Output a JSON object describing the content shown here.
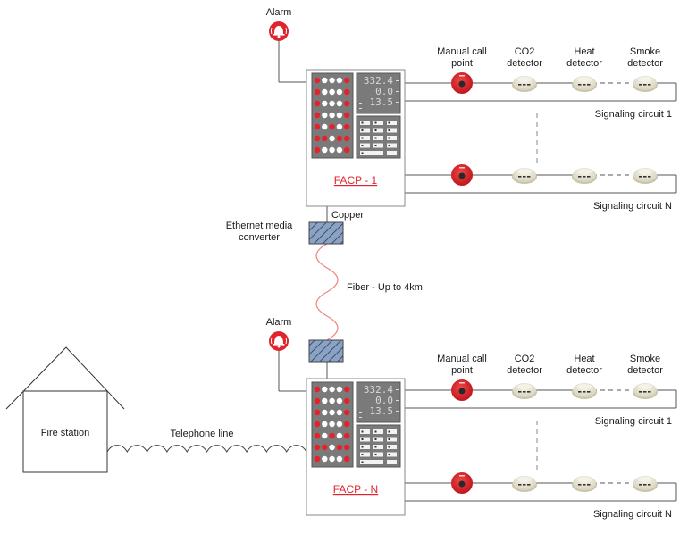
{
  "colors": {
    "alarm_red": "#e0242b",
    "panel_gray": "#7a7a7a",
    "led_red": "#e8202a",
    "led_white": "#ffffff",
    "fiber": "#f08080",
    "converter_fill": "#8aa2c4",
    "line": "#555555",
    "detector_body": "#e9e6d6"
  },
  "panels": [
    {
      "id": "facp-1",
      "label": "FACP - 1",
      "alarm_label": "Alarm",
      "display": [
        "332.4",
        "0.0",
        "13.5"
      ],
      "led_rows": [
        [
          "red",
          "white",
          "white",
          "white",
          "red"
        ],
        [
          "red",
          "white",
          "white",
          "white",
          "red"
        ],
        [
          "red",
          "white",
          "white",
          "white",
          "red"
        ],
        [
          "red",
          "white",
          "white",
          "white",
          "red"
        ],
        [
          "red",
          "white",
          "red",
          "white",
          "red"
        ],
        [
          "red",
          "red",
          "white",
          "red",
          "red"
        ],
        [
          "red",
          "white",
          "white",
          "white",
          "red"
        ]
      ],
      "circuits": [
        {
          "label": "Signaling circuit 1",
          "devices": [
            {
              "type": "manual-call-point",
              "label_line1": "Manual call",
              "label_line2": "point"
            },
            {
              "type": "co2-detector",
              "label_line1": "CO2",
              "label_line2": "detector"
            },
            {
              "type": "heat-detector",
              "label_line1": "Heat",
              "label_line2": "detector"
            },
            {
              "type": "smoke-detector",
              "label_line1": "Smoke",
              "label_line2": "detector"
            }
          ]
        },
        {
          "label": "Signaling circuit N",
          "devices": [
            {
              "type": "manual-call-point"
            },
            {
              "type": "co2-detector"
            },
            {
              "type": "heat-detector"
            },
            {
              "type": "smoke-detector"
            }
          ]
        }
      ]
    },
    {
      "id": "facp-n",
      "label": "FACP - N",
      "alarm_label": "Alarm",
      "display": [
        "332.4",
        "0.0",
        "13.5"
      ],
      "led_rows": [
        [
          "red",
          "white",
          "white",
          "white",
          "red"
        ],
        [
          "red",
          "white",
          "white",
          "white",
          "red"
        ],
        [
          "red",
          "white",
          "white",
          "white",
          "red"
        ],
        [
          "red",
          "white",
          "white",
          "white",
          "red"
        ],
        [
          "red",
          "white",
          "red",
          "white",
          "red"
        ],
        [
          "red",
          "red",
          "white",
          "red",
          "red"
        ],
        [
          "red",
          "white",
          "white",
          "white",
          "red"
        ]
      ],
      "circuits": [
        {
          "label": "Signaling circuit 1",
          "devices": [
            {
              "type": "manual-call-point",
              "label_line1": "Manual call",
              "label_line2": "point"
            },
            {
              "type": "co2-detector",
              "label_line1": "CO2",
              "label_line2": "detector"
            },
            {
              "type": "heat-detector",
              "label_line1": "Heat",
              "label_line2": "detector"
            },
            {
              "type": "smoke-detector",
              "label_line1": "Smoke",
              "label_line2": "detector"
            }
          ]
        },
        {
          "label": "Signaling circuit N",
          "devices": [
            {
              "type": "manual-call-point"
            },
            {
              "type": "co2-detector"
            },
            {
              "type": "heat-detector"
            },
            {
              "type": "smoke-detector"
            }
          ]
        }
      ]
    }
  ],
  "link": {
    "copper_label": "Copper",
    "converter_label_line1": "Ethernet media",
    "converter_label_line2": "converter",
    "fiber_label": "Fiber - Up to 4km"
  },
  "fire_station": {
    "label": "Fire station",
    "telephone_label": "Telephone line"
  }
}
